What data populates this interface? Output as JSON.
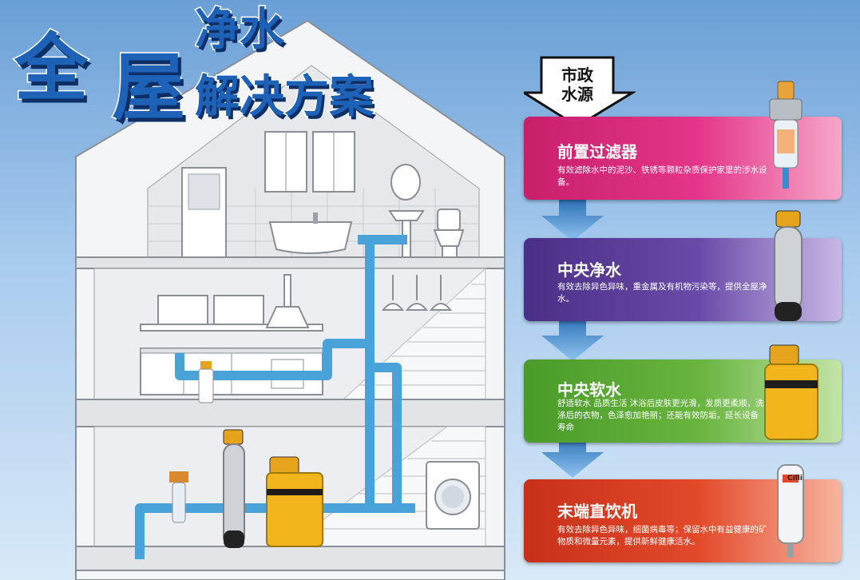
{
  "title": {
    "part1": "全",
    "part2": "净水",
    "part3": "屋",
    "part4": "解决方案"
  },
  "source": {
    "label_line1": "市政",
    "label_line2": "水源"
  },
  "steps": [
    {
      "title": "前置过滤器",
      "desc": "有效滤除水中的泥沙、铁锈等颗粒杂质保护家里的涉水设备。",
      "color": "#e0307a"
    },
    {
      "title": "中央净水",
      "desc": "有效去除异色异味，重金属及有机物污染等，提供全屋净水。",
      "color": "#5b3f98"
    },
    {
      "title": "中央软水",
      "desc": "舒适软水 品质生活 沐浴后皮肤更光滑，发质更柔顺，洗涤后的衣物，色泽愈加艳丽；还能有效防垢，延长设备寿命",
      "color": "#5aa83a"
    },
    {
      "title": "末端直饮机",
      "desc": "有效去除异色异味，细菌病毒等；保留水中有益健康的矿物质和微量元素，提供新鲜健康活水。",
      "color": "#e04a2a"
    }
  ],
  "brand": "Cilli",
  "colors": {
    "pipe": "#4aa3d8",
    "house": "#ffffff",
    "sky": "#8bb8e6"
  }
}
